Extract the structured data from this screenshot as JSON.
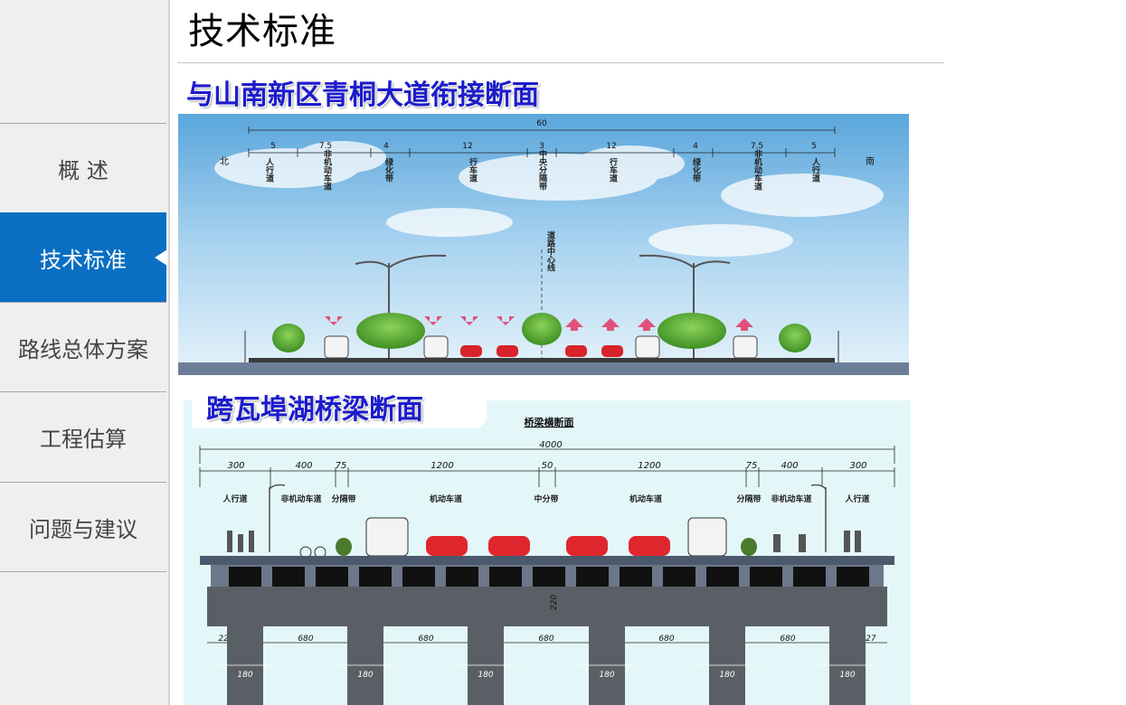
{
  "sidebar": {
    "items": [
      {
        "label": "概  述",
        "active": false
      },
      {
        "label": "技术标准",
        "active": true
      },
      {
        "label": "路线总体方案",
        "active": false
      },
      {
        "label": "工程估算",
        "active": false
      },
      {
        "label": "问题与建议",
        "active": false
      }
    ],
    "active_color": "#0a6fc2"
  },
  "page": {
    "title": "技术标准"
  },
  "section1": {
    "heading": "与山南新区青桐大道衔接断面",
    "total_width": "60",
    "north": "北",
    "south": "南",
    "segment_widths": [
      "5",
      "7.5",
      "4",
      "12",
      "3",
      "12",
      "4",
      "7.5",
      "5"
    ],
    "segment_names": [
      "人行道",
      "非机动车道",
      "绿化带",
      "行车道",
      "中央分隔带",
      "行车道",
      "绿化带",
      "非机动车道",
      "人行道"
    ],
    "centerline_label": "道路中心线"
  },
  "section2": {
    "heading": "跨瓦埠湖桥梁断面",
    "subtitle": "桥梁横断面",
    "total_width": "4000",
    "segment_widths": [
      "300",
      "400",
      "75",
      "1200",
      "50",
      "1200",
      "75",
      "400",
      "300"
    ],
    "segment_names": [
      "人行道",
      "非机动车道",
      "分隔带",
      "机动车道",
      "中分带",
      "机动车道",
      "分隔带",
      "非机动车道",
      "人行道"
    ],
    "girder_height": "220",
    "pier_spacing": [
      "227",
      "680",
      "680",
      "680",
      "680",
      "680",
      "227"
    ],
    "pier_width": "180"
  }
}
